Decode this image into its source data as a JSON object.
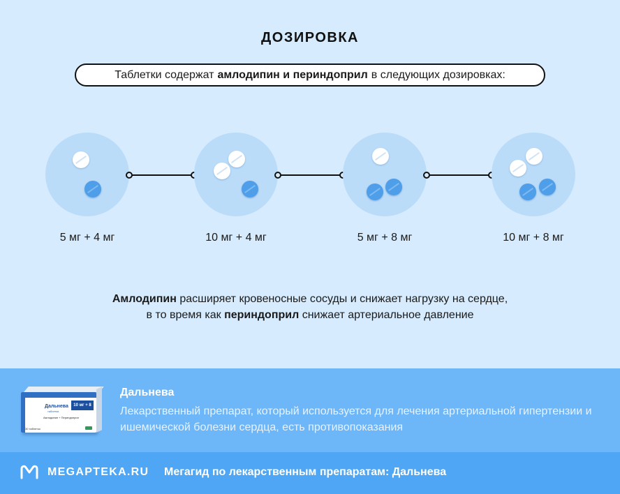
{
  "header": {
    "title": "ДОЗИРОВКА",
    "intro_before": "Таблетки содержат",
    "intro_bold": "амлодипин и периндоприл",
    "intro_after": "в следующих дозировках:"
  },
  "dosages": [
    {
      "label": "5 мг + 4 мг",
      "white_pills": 1,
      "blue_pills": 1
    },
    {
      "label": "10 мг + 4 мг",
      "white_pills": 2,
      "blue_pills": 1
    },
    {
      "label": "5 мг + 8 мг",
      "white_pills": 1,
      "blue_pills": 2
    },
    {
      "label": "10 мг + 8 мг",
      "white_pills": 2,
      "blue_pills": 2
    }
  ],
  "description": {
    "line1_bold": "Амлодипин",
    "line1_rest": "расширяет кровеносные сосуды и снижает нагрузку на сердце,",
    "line2_before": "в то время как",
    "line2_bold": "периндоприл",
    "line2_after": "снижает артериальное давление"
  },
  "product": {
    "name": "Дальнева",
    "description": "Лекарственный препарат, который используется для лечения артериальной гипертензии и ишемической болезни сердца, есть противопоказания"
  },
  "footer": {
    "brand": "MEGAPTEKA.RU",
    "text": "Мегагид по лекарственным препаратам: Дальнева"
  },
  "colors": {
    "background": "#d6ebfd",
    "circle": "#badcf9",
    "blue_pill": "#4f9ee9",
    "product_band": "#6db6f8",
    "footer": "#4ea6f5"
  }
}
